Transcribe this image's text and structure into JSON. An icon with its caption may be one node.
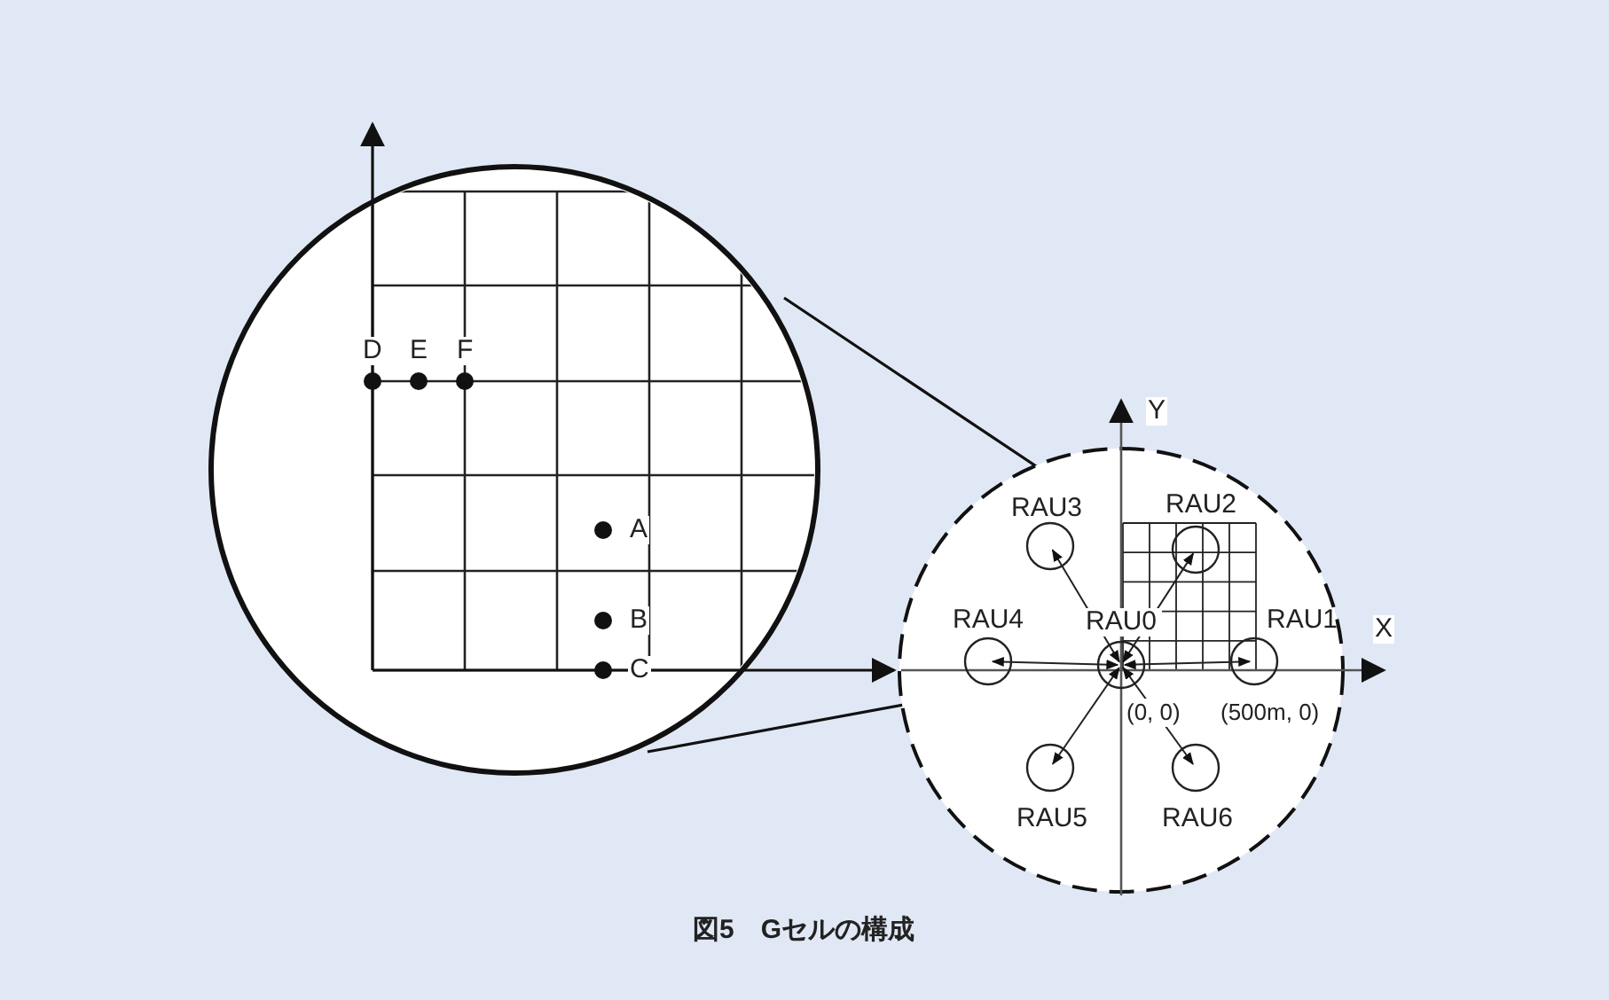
{
  "diagram": {
    "caption": "図5　Gセルの構成",
    "nodes": [
      {
        "text": [
          "RAU0"
        ]
      },
      {
        "text": [
          "RAU1"
        ]
      },
      {
        "text": [
          "RAU2"
        ]
      },
      {
        "text": [
          "RAU3"
        ]
      },
      {
        "text": [
          "RAU4"
        ]
      },
      {
        "text": [
          "RAU5"
        ]
      },
      {
        "text": [
          "RAU6"
        ]
      }
    ],
    "edges": [
      {
        "from": 0,
        "to": 1,
        "arrow": "both"
      },
      {
        "from": 0,
        "to": 2,
        "arrow": "both"
      },
      {
        "from": 0,
        "to": 3,
        "arrow": "both"
      },
      {
        "from": 0,
        "to": 4,
        "arrow": "both"
      },
      {
        "from": 0,
        "to": 5,
        "arrow": "both"
      },
      {
        "from": 0,
        "to": 6,
        "arrow": "both"
      }
    ],
    "labels": [
      "D",
      "E",
      "F",
      "Y",
      "A",
      "B",
      "C",
      "X",
      "(0, 0)",
      "(500m, 0)"
    ]
  }
}
